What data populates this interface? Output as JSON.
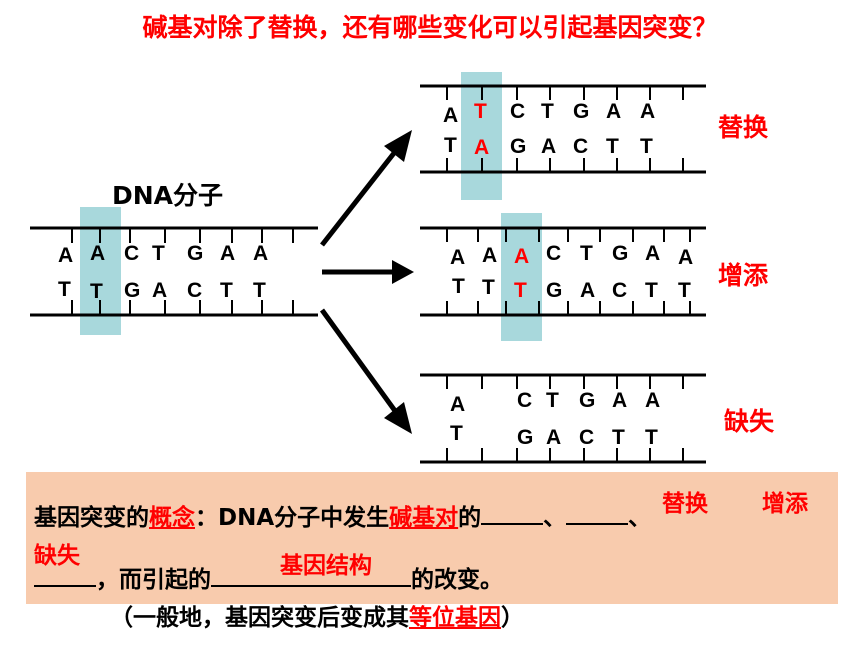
{
  "title": "碱基对除了替换，还有哪些变化可以引起基因突变？",
  "dna_label": "DNA分子",
  "original": {
    "top": [
      "A",
      "A",
      "C",
      "T",
      "G",
      "A",
      "A"
    ],
    "bottom": [
      "T",
      "T",
      "G",
      "A",
      "C",
      "T",
      "T"
    ]
  },
  "substitution": {
    "label": "替换",
    "top": [
      "A",
      "T",
      "C",
      "T",
      "G",
      "A",
      "A"
    ],
    "bottom": [
      "T",
      "A",
      "G",
      "A",
      "C",
      "T",
      "T"
    ]
  },
  "insertion": {
    "label": "增添",
    "top": [
      "A",
      "A",
      "A",
      "C",
      "T",
      "G",
      "A",
      "A"
    ],
    "bottom": [
      "T",
      "T",
      "T",
      "G",
      "A",
      "C",
      "T",
      "T"
    ]
  },
  "deletion": {
    "label": "缺失",
    "top": [
      "A",
      "C",
      "T",
      "G",
      "A",
      "A"
    ],
    "bottom": [
      "T",
      "G",
      "A",
      "C",
      "T",
      "T"
    ]
  },
  "colors": {
    "highlight": "#a8d8dc",
    "mutation": "#ff0000",
    "box": "#f8cbad"
  },
  "concept": {
    "prefix": "基因突变的",
    "term": "概念",
    "colon_part": "：DNA分子中发生",
    "term2": "碱基对",
    "de": "的",
    "fill1": "替换",
    "sep1": "、",
    "fill2": "增添",
    "sep2": "、",
    "fill3": "缺失",
    "mid": "，而引起的",
    "fill4": "基因结构",
    "end": "的改变。"
  },
  "note": {
    "open": "（一般地，基因突变后变成其",
    "term": "等位基因",
    "close": "）"
  }
}
